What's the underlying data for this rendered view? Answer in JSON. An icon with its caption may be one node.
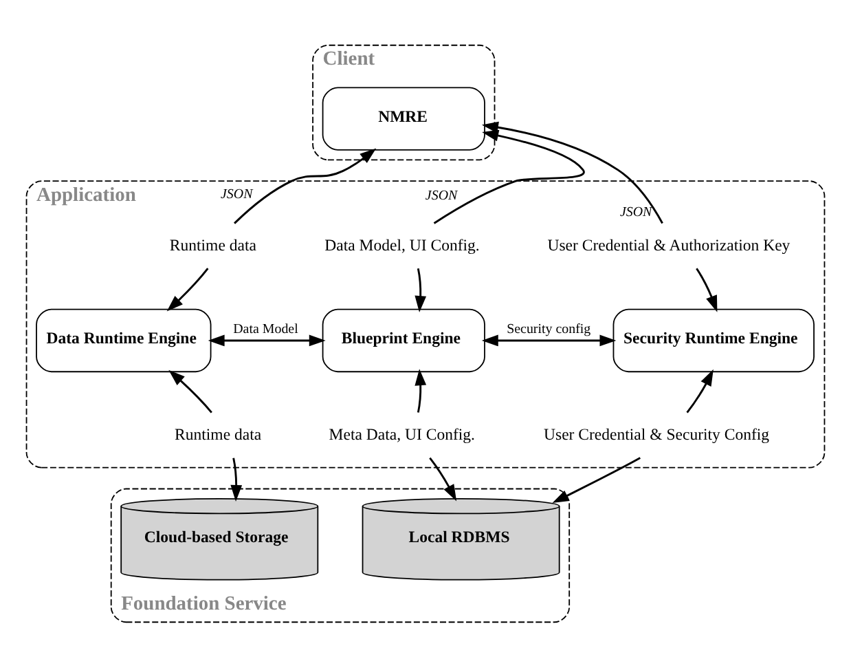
{
  "diagram": {
    "nodes": [
      {
        "text": [
          "Client"
        ]
      },
      {
        "text": [
          "NMRE"
        ],
        "in": 0
      },
      {
        "text": [
          "Application"
        ]
      },
      {
        "text": [
          "Runtime data"
        ],
        "in": 2
      },
      {
        "text": [
          "Data Model, UI Config."
        ],
        "in": 2
      },
      {
        "text": [
          "User Credential & Authorization Key"
        ],
        "in": 2
      },
      {
        "text": [
          "Data Runtime Engine"
        ],
        "in": 2
      },
      {
        "text": [
          "Blueprint Engine"
        ],
        "in": 2
      },
      {
        "text": [
          "Security Runtime Engine"
        ],
        "in": 2
      },
      {
        "text": [
          "Runtime data"
        ],
        "in": 2
      },
      {
        "text": [
          "Meta Data, UI Config."
        ],
        "in": 2
      },
      {
        "text": [
          "User Credential & Security Config"
        ],
        "in": 2
      },
      {
        "text": [
          "Foundation Service"
        ]
      },
      {
        "text": [
          "Cloud-based Storage"
        ],
        "in": 12
      },
      {
        "text": [
          "Local RDBMS"
        ],
        "in": 12
      }
    ],
    "edges": [
      {
        "from": 3,
        "to": 1,
        "arrow": "to",
        "label": "JSON"
      },
      {
        "from": 4,
        "to": 1,
        "arrow": "to",
        "label": "JSON"
      },
      {
        "from": 5,
        "to": 1,
        "arrow": "to",
        "label": "JSON"
      },
      {
        "from": 3,
        "to": 6,
        "arrow": "to"
      },
      {
        "from": 4,
        "to": 7,
        "arrow": "to"
      },
      {
        "from": 5,
        "to": 8,
        "arrow": "to"
      },
      {
        "from": 6,
        "to": 7,
        "arrow": "both",
        "label": "Data Model"
      },
      {
        "from": 7,
        "to": 8,
        "arrow": "both",
        "label": "Security config"
      },
      {
        "from": 9,
        "to": 6,
        "arrow": "to"
      },
      {
        "from": 10,
        "to": 7,
        "arrow": "to"
      },
      {
        "from": 11,
        "to": 8,
        "arrow": "to"
      },
      {
        "from": 9,
        "to": 13,
        "arrow": "to"
      },
      {
        "from": 10,
        "to": 14,
        "arrow": "to"
      },
      {
        "from": 11,
        "to": 14,
        "arrow": "to"
      }
    ]
  }
}
